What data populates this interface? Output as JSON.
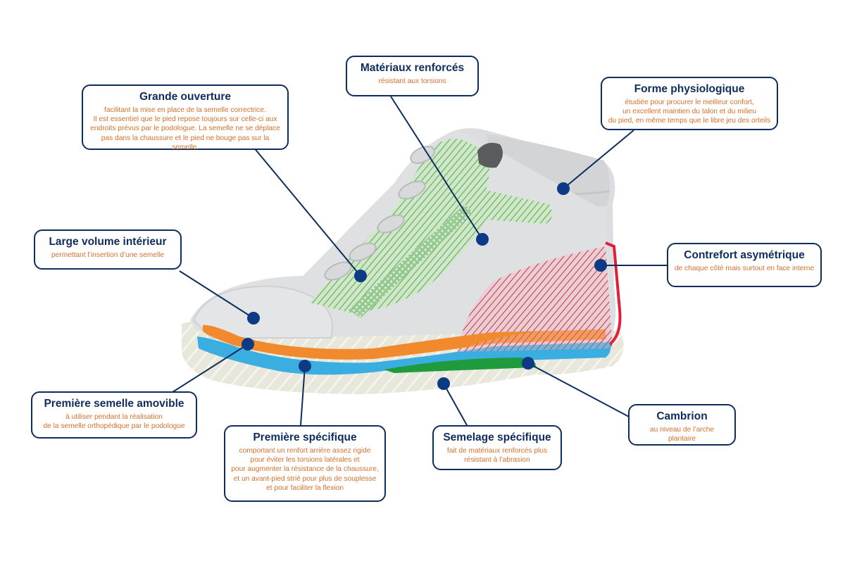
{
  "diagram": {
    "subject": "Chaussure orthopédique pour enfant",
    "colors": {
      "title": "#0f2d5c",
      "description": "#d9702b",
      "callout_border": "#0f2d5c",
      "leader_line": "#0f2d5c",
      "marker_dot": "#0d3a84",
      "upper": "#dcdddf",
      "reinforced_hatch": "#5fae5a",
      "counter_hatch": "#b5283a",
      "counter_edge": "#e0203a",
      "insole_orange": "#f08a2c",
      "midsole_blue": "#3aaee0",
      "shank_green": "#1f9a3c",
      "outsole": "#e6e5da"
    },
    "callouts": [
      {
        "id": "grande-ouverture",
        "title": "Grande ouverture",
        "description": "facilitant la mise en place de la semelle correctrice.\nIl est essentiel que le pied repose toujours sur celle-ci aux\nendroits prévus par le podologue. La semelle ne se déplace\npas dans la chaussure et le pied ne bouge pas sur la semelle."
      },
      {
        "id": "materiaux-renforces",
        "title": "Matériaux renforcés",
        "description": "résistant aux torsions"
      },
      {
        "id": "forme-physiologique",
        "title": "Forme physiologique",
        "description": "étudiée pour procurer le meilleur confort,\nun excellent maintien du talon et du milieu\ndu pied, en même temps que le libre jeu des orteils"
      },
      {
        "id": "large-volume",
        "title": "Large volume intérieur",
        "description": "permettant l’insertion d’une semelle"
      },
      {
        "id": "contrefort",
        "title": "Contrefort asymétrique",
        "description": "de chaque côté mais surtout en face interne"
      },
      {
        "id": "premiere-semelle",
        "title": "Première semelle amovible",
        "description": "à utiliser pendant la réalisation\nde la semelle orthopédique par le podologue"
      },
      {
        "id": "premiere-specifique",
        "title": "Première spécifique",
        "description": "comportant un renfort arrière assez rigide\npour éviter les torsions latérales et\npour augmenter la résistance de la chaussure,\net un avant-pied strié pour plus de souplesse\net pour faciliter la flexion"
      },
      {
        "id": "semelage",
        "title": "Semelage spécifique",
        "description": "fait de matériaux renforcés plus\nrésistant à l’abrasion"
      },
      {
        "id": "cambrion",
        "title": "Cambrion",
        "description": "au niveau de l’arche plantaire"
      }
    ]
  }
}
